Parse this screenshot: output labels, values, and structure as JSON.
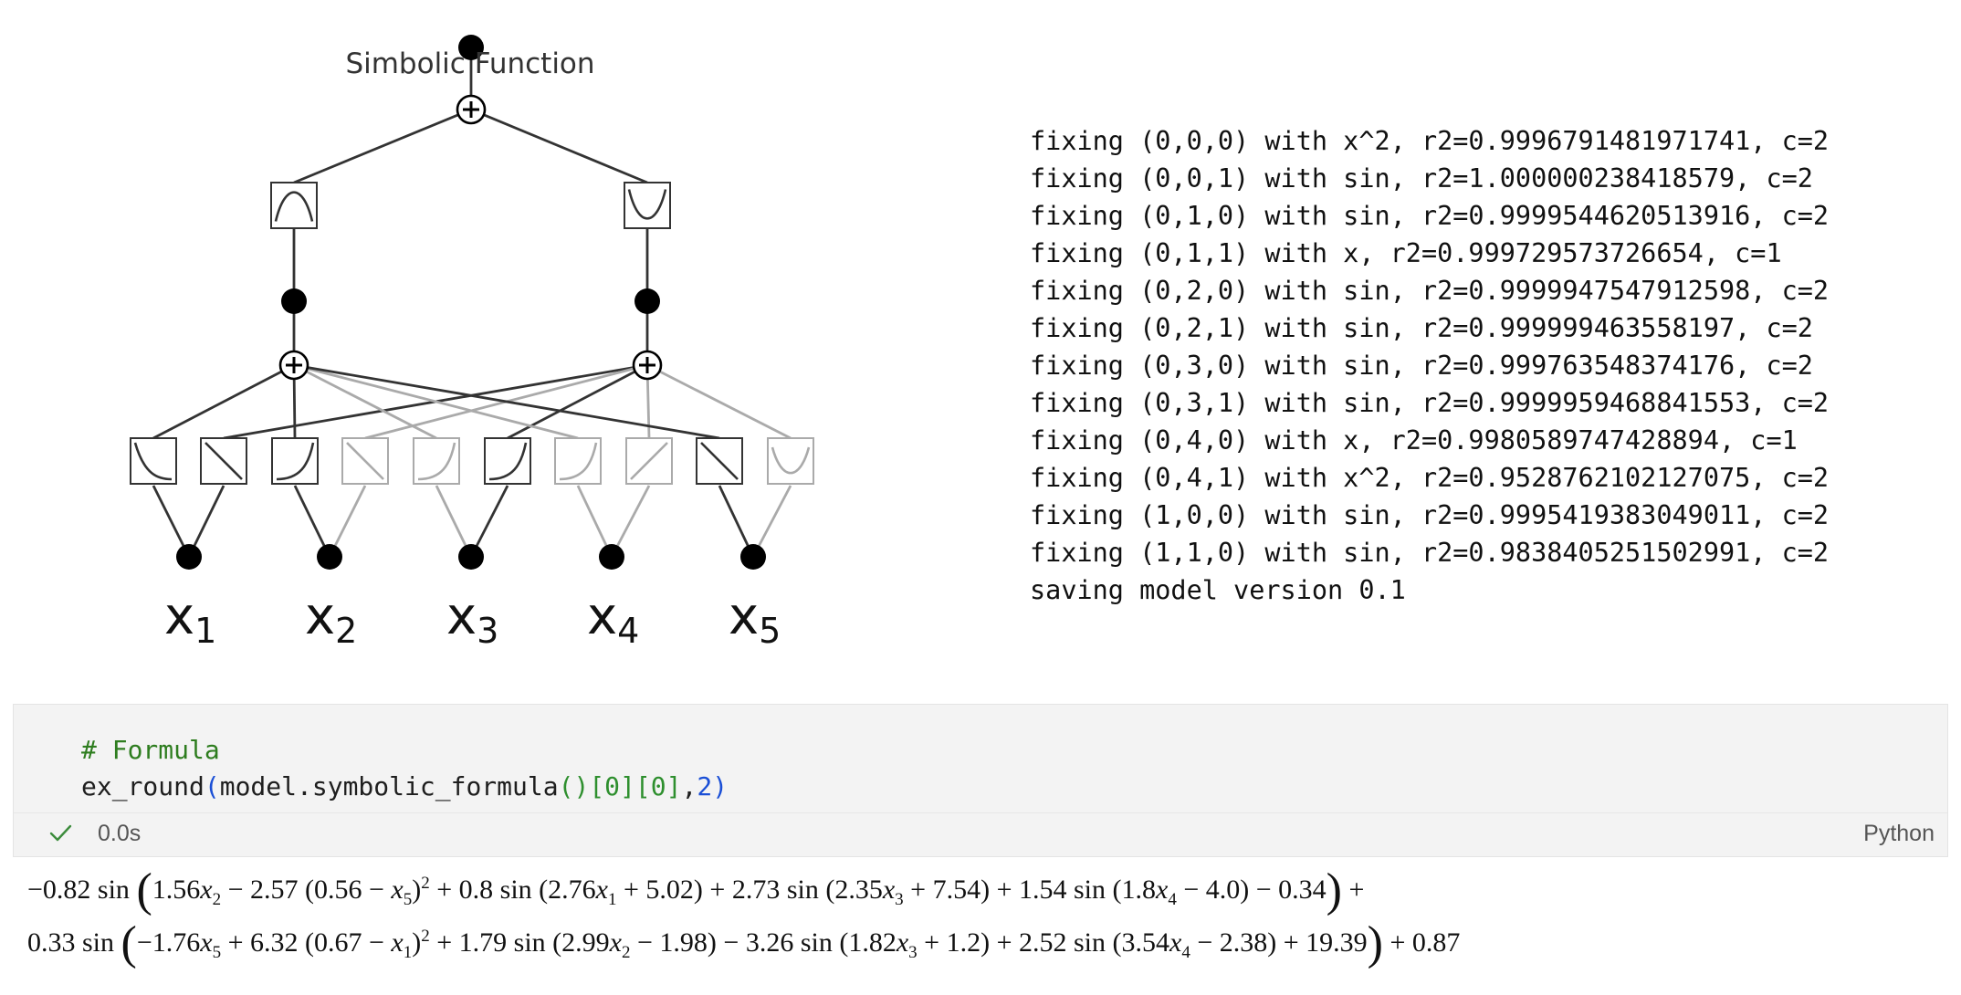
{
  "diagram": {
    "title": "Simbolic Function",
    "input_labels": [
      "x",
      "x",
      "x",
      "x",
      "x"
    ],
    "input_subscripts": [
      "1",
      "2",
      "3",
      "4",
      "5"
    ]
  },
  "log": {
    "lines": [
      "fixing (0,0,0) with x^2, r2=0.9996791481971741, c=2",
      "fixing (0,0,1) with sin, r2=1.000000238418579, c=2",
      "fixing (0,1,0) with sin, r2=0.9999544620513916, c=2",
      "fixing (0,1,1) with x, r2=0.999729573726654, c=1",
      "fixing (0,2,0) with sin, r2=0.9999947547912598, c=2",
      "fixing (0,2,1) with sin, r2=0.999999463558197, c=2",
      "fixing (0,3,0) with sin, r2=0.999763548374176, c=2",
      "fixing (0,3,1) with sin, r2=0.9999959468841553, c=2",
      "fixing (0,4,0) with x, r2=0.9980589747428894, c=1",
      "fixing (0,4,1) with x^2, r2=0.9528762102127075, c=2",
      "fixing (1,0,0) with sin, r2=0.9995419383049011, c=2",
      "fixing (1,1,0) with sin, r2=0.9838405251502991, c=2",
      "saving model version 0.1"
    ]
  },
  "code_cell": {
    "comment": "# Formula",
    "code_fn": "ex_round",
    "code_open_paren": "(",
    "code_arg": "model.symbolic_formula",
    "code_call_parens": "()",
    "code_index1": "[0]",
    "code_index2": "[0]",
    "code_comma": ",",
    "code_number": "2",
    "code_close_paren": ")",
    "status_icon": "check-icon",
    "exec_time": "0.0s",
    "language": "Python"
  },
  "formula": {
    "line1_html": "−0.82 sin <span class='bigparen'>(</span>1.56<i>x</i><sub>2</sub> − 2.57 (0.56 − <i>x</i><sub>5</sub>)<sup>2</sup> + 0.8 sin (2.76<i>x</i><sub>1</sub> + 5.02) + 2.73 sin (2.35<i>x</i><sub>3</sub> + 7.54) + 1.54 sin (1.8<i>x</i><sub>4</sub> − 4.0) − 0.34<span class='bigparen'>)</span> +",
    "line2_html": "0.33 sin <span class='bigparen'>(</span>−1.76<i>x</i><sub>5</sub> + 6.32 (0.67 − <i>x</i><sub>1</sub>)<sup>2</sup> + 1.79 sin (2.99<i>x</i><sub>2</sub> − 1.98) − 3.26 sin (1.82<i>x</i><sub>3</sub> + 1.2) + 2.52 sin (3.54<i>x</i><sub>4</sub> − 2.38) + 19.39<span class='bigparen'>)</span> + 0.87"
  },
  "colors": {
    "dark_edge": "#333333",
    "light_edge": "#aaaaaa",
    "cell_bg": "#f3f3f3",
    "comment": "#2e7d1f",
    "paren": "#1a4fd6",
    "bracket": "#2e8f2e",
    "check": "#3c8c3c"
  }
}
